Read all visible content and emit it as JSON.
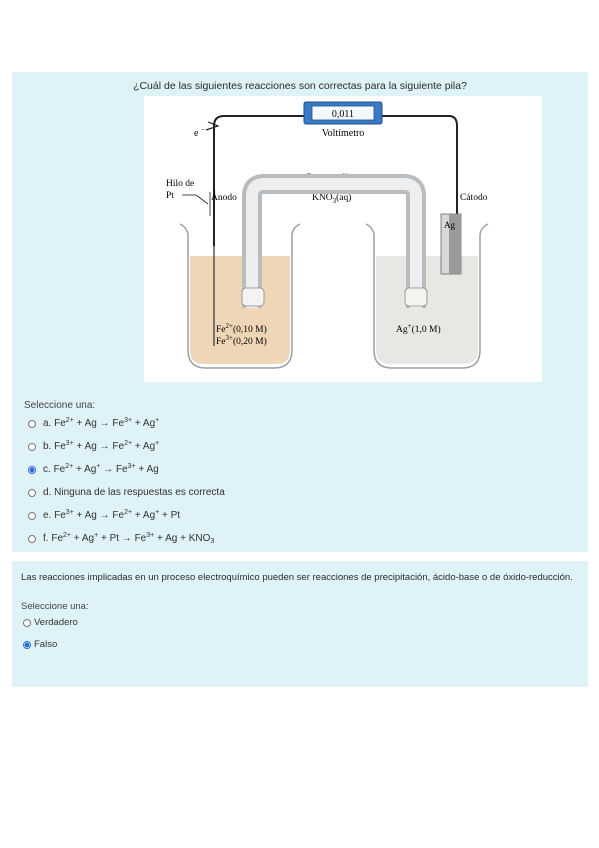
{
  "question1": {
    "text": "¿Cuál de las siguientes reacciones son correctas para la siguiente pila?",
    "prompt": "Seleccione una:",
    "selected": "c",
    "figure": {
      "voltmeter_value": "0,011",
      "voltmeter_label": "Voltímetro",
      "electron": "e",
      "wire_label_line1": "Hilo de",
      "wire_label_line2": "Pt",
      "anode": "Ánodo",
      "salt_bridge": "Puente salino",
      "salt_bridge_solution": "KNO",
      "salt_bridge_sub": "3",
      "salt_bridge_state": "(aq)",
      "cathode": "Cátodo",
      "cathode_electrode": "Ag",
      "left_conc_1_ion": "Fe",
      "left_conc_1_charge": "2+",
      "left_conc_1_value": "(0,10 M)",
      "left_conc_2_ion": "Fe",
      "left_conc_2_charge": "3+",
      "left_conc_2_value": "(0,20 M)",
      "right_conc_ion": "Ag",
      "right_conc_charge": "+",
      "right_conc_value": "(1,0 M)"
    },
    "options": [
      {
        "letter": "a.",
        "parts": [
          [
            "Fe",
            ""
          ],
          [
            "2+",
            "sup"
          ],
          [
            " + Ag → Fe",
            ""
          ],
          [
            "3+",
            "sup"
          ],
          [
            " + Ag",
            ""
          ],
          [
            "+",
            "sup"
          ]
        ]
      },
      {
        "letter": "b.",
        "parts": [
          [
            "Fe",
            ""
          ],
          [
            "3+",
            "sup"
          ],
          [
            " + Ag → Fe",
            ""
          ],
          [
            "2+",
            "sup"
          ],
          [
            " + Ag",
            ""
          ],
          [
            "+",
            "sup"
          ]
        ]
      },
      {
        "letter": "c.",
        "parts": [
          [
            "Fe",
            ""
          ],
          [
            "2+",
            "sup"
          ],
          [
            " + Ag",
            ""
          ],
          [
            "+",
            "sup"
          ],
          [
            " → Fe",
            ""
          ],
          [
            "3+",
            "sup"
          ],
          [
            " + Ag",
            ""
          ]
        ]
      },
      {
        "letter": "d.",
        "parts": [
          [
            "Ninguna de las respuestas es correcta",
            ""
          ]
        ]
      },
      {
        "letter": "e.",
        "parts": [
          [
            "Fe",
            ""
          ],
          [
            "3+",
            "sup"
          ],
          [
            " + Ag → Fe",
            ""
          ],
          [
            "2+",
            "sup"
          ],
          [
            " + Ag",
            ""
          ],
          [
            "+",
            "sup"
          ],
          [
            " + Pt",
            ""
          ]
        ]
      },
      {
        "letter": "f.",
        "parts": [
          [
            "Fe",
            ""
          ],
          [
            "2+",
            "sup"
          ],
          [
            " + Ag",
            ""
          ],
          [
            "+",
            "sup"
          ],
          [
            "  + Pt → Fe",
            ""
          ],
          [
            "3+",
            "sup"
          ],
          [
            " + Ag + KNO",
            ""
          ],
          [
            "3",
            "sub"
          ]
        ]
      }
    ]
  },
  "question2": {
    "text": "Las reacciones implicadas en un proceso electroquímico pueden ser reacciones de precipitación, ácido-base o de óxido-reducción.",
    "prompt": "Seleccione una:",
    "selected": "falso",
    "options": [
      {
        "id": "verdadero",
        "label": "Verdadero"
      },
      {
        "id": "falso",
        "label": "Falso"
      }
    ]
  },
  "colors": {
    "panel": "#def2f8",
    "radio_checked": "#2b6cd8",
    "voltmeter": "#3a79c4",
    "left_solution": "#efd6b6"
  }
}
